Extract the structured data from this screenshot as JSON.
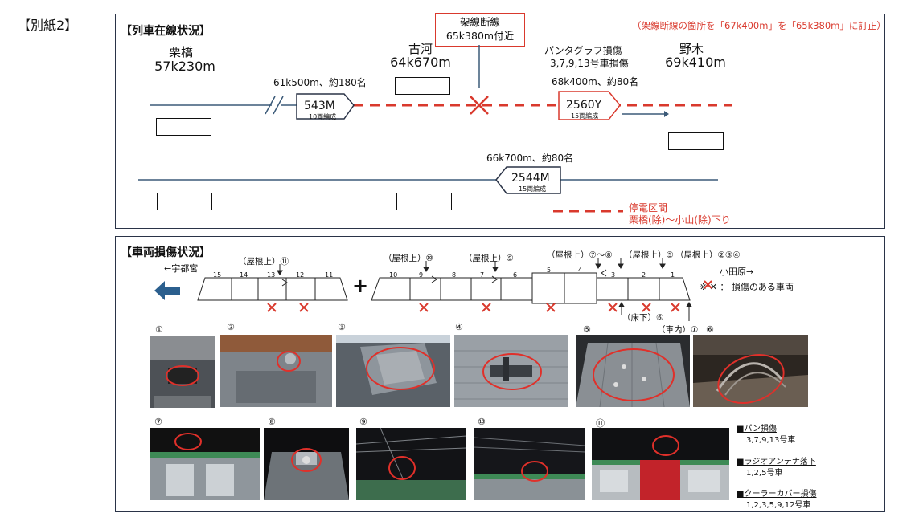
{
  "header": {
    "tag": "【別紙2】"
  },
  "train_status": {
    "title": "【列車在線状況】",
    "correction_note": "（架線断線の箇所を「67k400m」を「65k380m」に訂正）",
    "break_label_line1": "架線断線",
    "break_label_line2": "65k380m付近",
    "stations": [
      {
        "name": "栗橋",
        "km": "57k230m"
      },
      {
        "name": "古河",
        "km": "64k670m"
      },
      {
        "name": "野木",
        "km": "69k410m"
      }
    ],
    "pantograph_line1": "パンタグラフ損傷",
    "pantograph_line2": "3,7,9,13号車損傷",
    "trains": [
      {
        "id": "543M",
        "cars": "10両編成",
        "pos_label": "61k500m、約180名"
      },
      {
        "id": "2560Y",
        "cars": "15両編成",
        "pos_label": "68k400m、約80名"
      },
      {
        "id": "2544M",
        "cars": "15両編成",
        "pos_label": "66k700m、約80名"
      }
    ],
    "legend_line1": "停電区間",
    "legend_line2": "栗橋(除)～小山(除)下り",
    "colors": {
      "accent": "#d9392d",
      "track": "#3b5a78"
    }
  },
  "damage": {
    "title": "【車両損傷状況】",
    "dir_left": "←宇都宮",
    "dir_right": "小田原→",
    "roof_labels": [
      "（屋根上）⑪",
      "（屋根上）⑩",
      "（屋根上）⑨",
      "（屋根上）⑦～⑧",
      "（屋根上）⑤",
      "（屋根上）②③④"
    ],
    "underfloor_label": "（床下）⑥",
    "interior_label": "（車内）①",
    "cars_set1": [
      "15",
      "14",
      "13",
      "12",
      "11"
    ],
    "cars_set2": [
      "10",
      "9",
      "8",
      "7",
      "6",
      "5",
      "4",
      "3",
      "2",
      "1"
    ],
    "plus": "+",
    "legend_mark_note": "※ ✕ ： 損傷のある車両",
    "photo_numbers": [
      "①",
      "②",
      "③",
      "④",
      "⑤",
      "⑥",
      "⑦",
      "⑧",
      "⑨",
      "⑩",
      "⑪"
    ],
    "legend": [
      {
        "head": "■パン損傷",
        "body": "3,7,9,13号車"
      },
      {
        "head": "■ラジオアンテナ落下",
        "body": "1,2,5号車"
      },
      {
        "head": "■クーラーカバー損傷",
        "body": "1,2,3,5,9,12号車"
      }
    ]
  }
}
